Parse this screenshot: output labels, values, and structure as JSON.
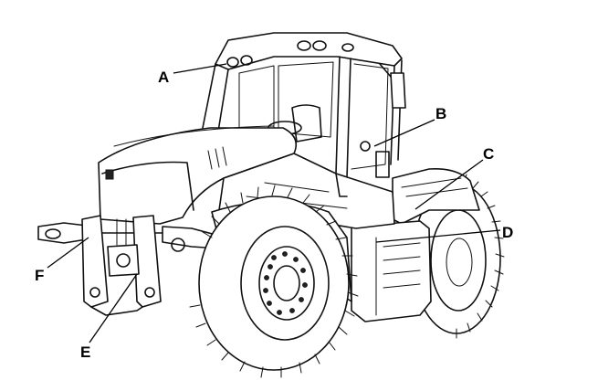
{
  "diagram": {
    "subject": "tractor",
    "callouts": [
      {
        "id": "a",
        "letter": "A"
      },
      {
        "id": "b",
        "letter": "B"
      },
      {
        "id": "c",
        "letter": "C"
      },
      {
        "id": "d",
        "letter": "D"
      },
      {
        "id": "e",
        "letter": "E"
      },
      {
        "id": "f",
        "letter": "F"
      }
    ]
  }
}
